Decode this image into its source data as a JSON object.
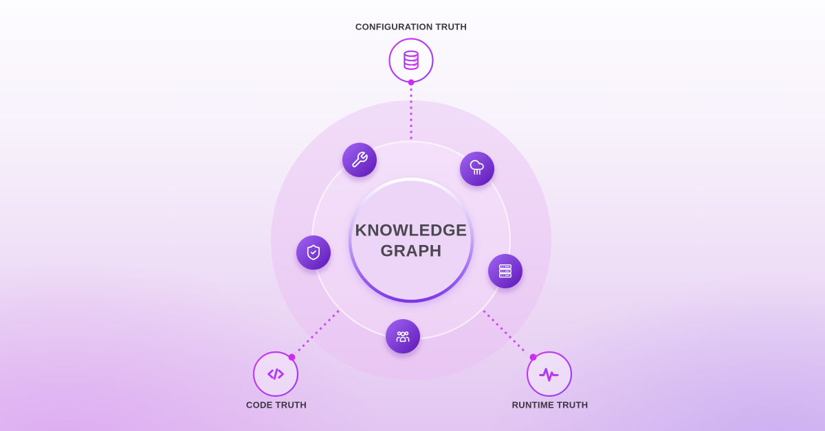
{
  "center": {
    "title": "KNOWLEDGE GRAPH"
  },
  "nodes": [
    {
      "id": "configuration-truth",
      "label": "CONFIGURATION TRUTH",
      "icon": "database-icon",
      "position": "top"
    },
    {
      "id": "code-truth",
      "label": "CODE TRUTH",
      "icon": "code-brackets-icon",
      "position": "bottom-left"
    },
    {
      "id": "runtime-truth",
      "label": "RUNTIME TRUTH",
      "icon": "pulse-icon",
      "position": "bottom-right"
    }
  ],
  "ring_badges": [
    {
      "icon": "wrench-icon"
    },
    {
      "icon": "cloud-network-icon"
    },
    {
      "icon": "shield-check-icon"
    },
    {
      "icon": "server-stack-icon"
    },
    {
      "icon": "team-icon"
    }
  ],
  "colors": {
    "accent_purple": "#7b36e8",
    "accent_magenta": "#cb2ef0",
    "dotted_line": "#c44ef0",
    "badge_gradient_start": "#a065f2",
    "badge_gradient_end": "#5e17b8",
    "label_text": "#3a3540",
    "title_text": "#4b4850"
  }
}
